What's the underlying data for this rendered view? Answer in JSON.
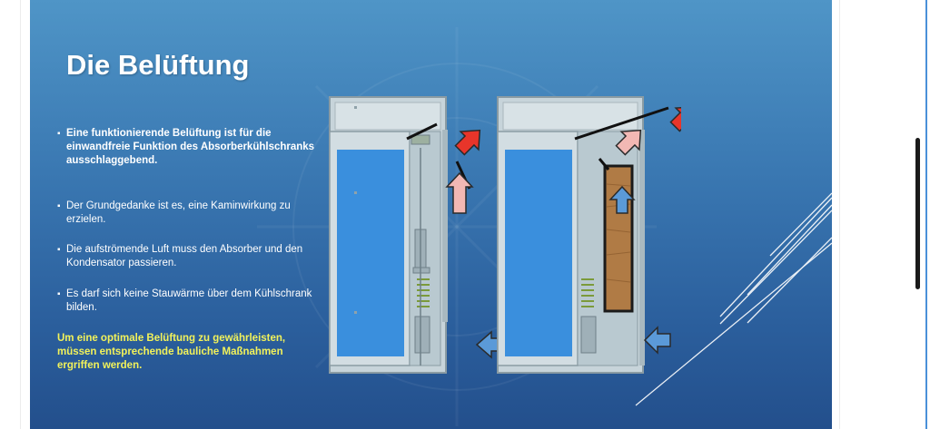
{
  "slide": {
    "title": "Die Belüftung",
    "bullets": [
      "Eine funktionierende Belüftung ist für die einwandfreie Funktion des Absorberkühlschranks ausschlaggebend.",
      "Der Grundgedanke ist es, eine Kaminwirkung zu erzielen.",
      "Die aufströmende Luft muss den Absorber und den Kondensator passieren.",
      "Es darf sich keine Stauwärme über dem Kühlschrank bilden."
    ],
    "highlight": "Um eine optimale Belüftung zu gewährleisten, müssen entsprechende bauliche Maßnahmen ergriffen werden."
  },
  "colors": {
    "background_top": "#4f95c7",
    "background_bottom": "#234f8c",
    "highlight_text": "#f2f25a",
    "hot_air_arrow": "#e8352a",
    "warm_air_arrow": "#f2b8b4",
    "cool_air_arrow": "#5b9ad8",
    "wood_panel": "#b07b45"
  },
  "icons": {
    "hot_air": "arrow-up-right-red",
    "warm_air": "arrow-up-pink",
    "cool_air": "arrow-left-blue"
  }
}
